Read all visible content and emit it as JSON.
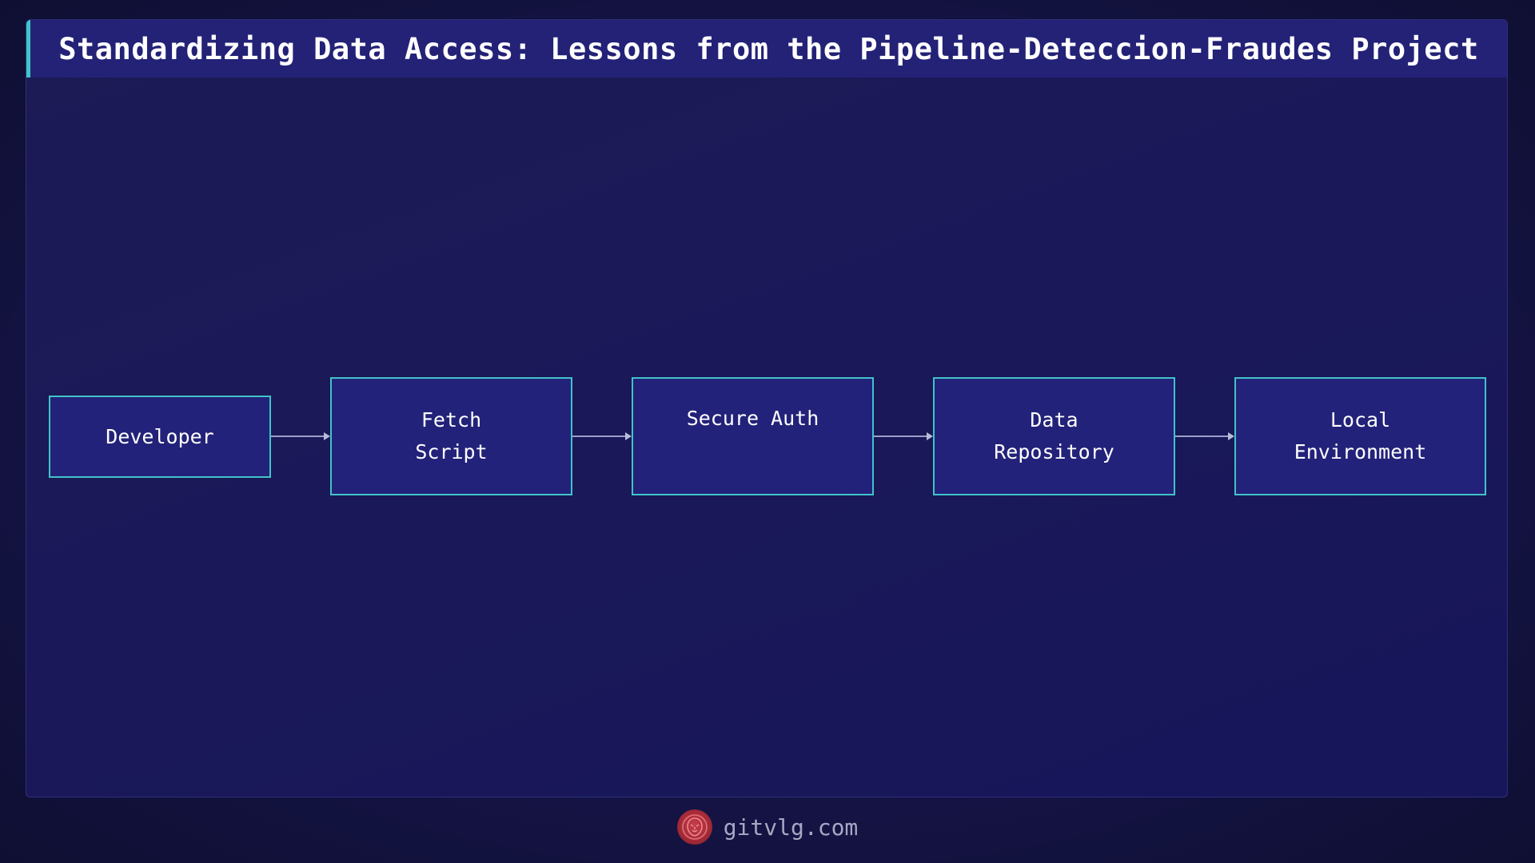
{
  "title": "Standardizing Data Access: Lessons from the Pipeline-Deteccion-Fraudes Project",
  "diagram": {
    "nodes": [
      {
        "id": "developer",
        "label": "Developer"
      },
      {
        "id": "fetch-script",
        "label": "Fetch\nScript"
      },
      {
        "id": "secure-auth",
        "label": "Secure Auth"
      },
      {
        "id": "data-repository",
        "label": "Data\nRepository"
      },
      {
        "id": "local-environment",
        "label": "Local\nEnvironment"
      }
    ],
    "edges": [
      {
        "from": "developer",
        "to": "fetch-script"
      },
      {
        "from": "fetch-script",
        "to": "secure-auth"
      },
      {
        "from": "secure-auth",
        "to": "data-repository"
      },
      {
        "from": "data-repository",
        "to": "local-environment"
      }
    ]
  },
  "footer": {
    "logo_icon": "lion-logo-icon",
    "site": "gitvlg.com"
  },
  "colors": {
    "background": "#151447",
    "node_fill": "#23227a",
    "node_border": "#40c3c8",
    "accent": "#3ec6c6",
    "logo": "#c53d4a"
  }
}
